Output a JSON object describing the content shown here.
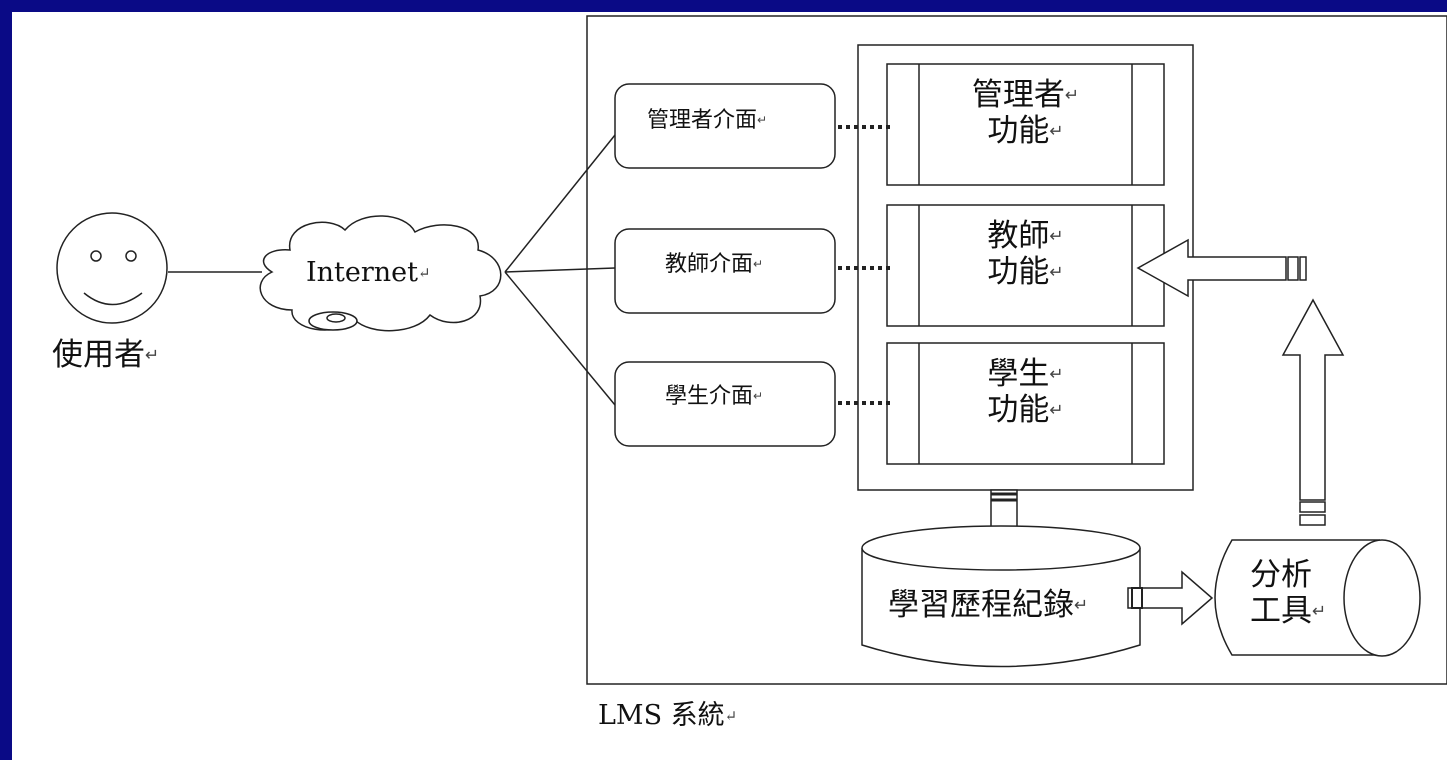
{
  "user": {
    "label": "使用者"
  },
  "network": {
    "label": "Internet"
  },
  "system": {
    "caption": "LMS 系統"
  },
  "interfaces": {
    "admin": "管理者介面",
    "teacher": "教師介面",
    "student": "學生介面"
  },
  "functions": {
    "admin": [
      "管理者",
      "功能"
    ],
    "teacher": [
      "教師",
      "功能"
    ],
    "student": [
      "學生",
      "功能"
    ]
  },
  "database": {
    "label": "學習歷程紀錄"
  },
  "analysis": {
    "label": [
      "分析",
      "工具"
    ]
  },
  "colors": {
    "frame": "#0a0a86",
    "stroke": "#222222"
  },
  "paragraph_mark": "↵"
}
